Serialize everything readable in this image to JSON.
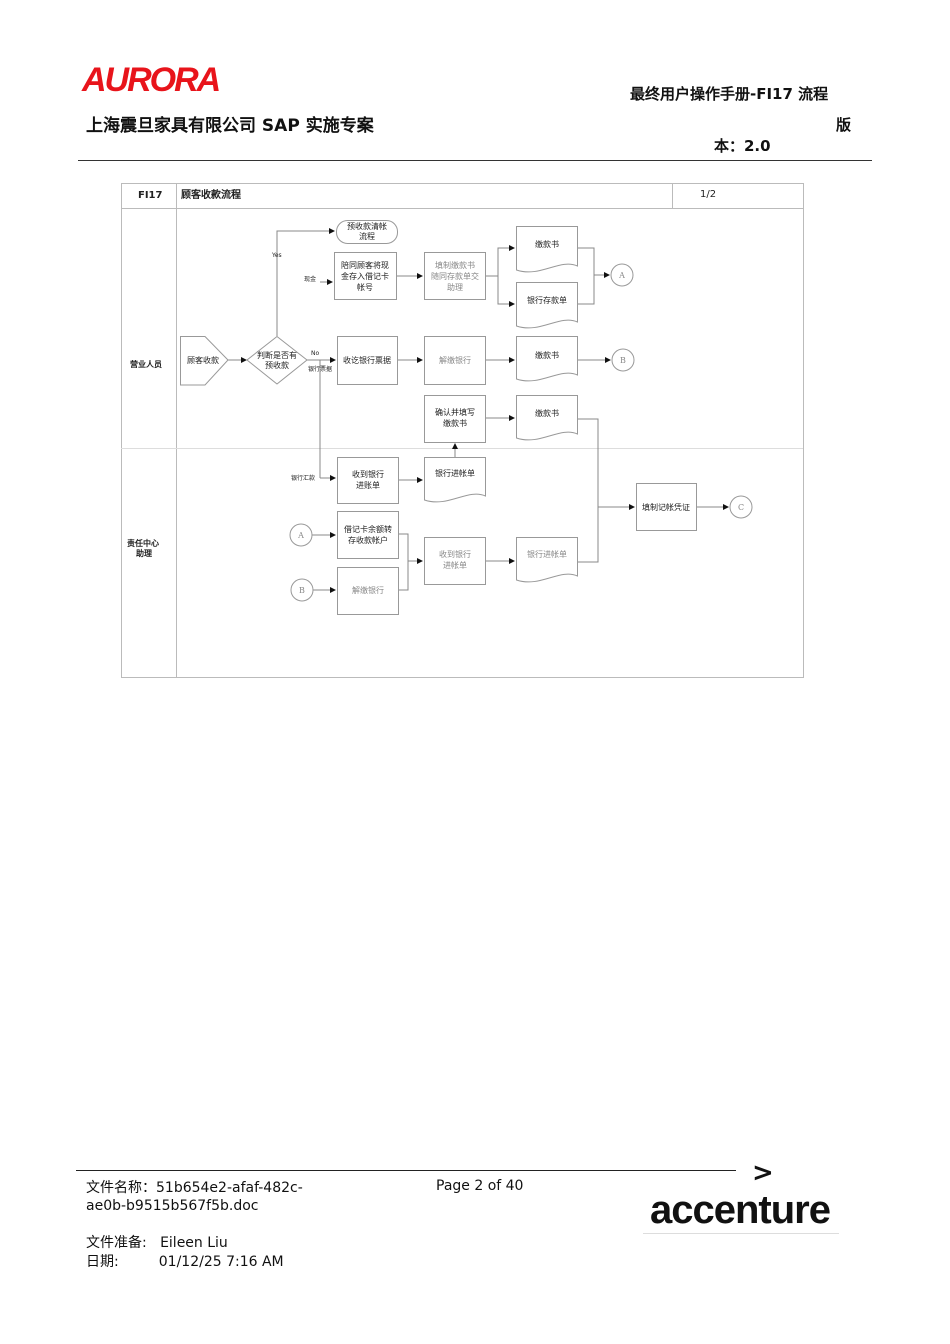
{
  "header": {
    "logo": "AURORA",
    "doc_title": "最终用户操作手册-FI17 流程",
    "company": "上海震旦家具有限公司 SAP 实施专案",
    "version_part1": "版",
    "version_part2": "本：2.0"
  },
  "flow": {
    "code": "FI17",
    "title": "顾客收款流程",
    "page": "1/2",
    "lanes": {
      "sales": "营业人员",
      "assistant": [
        "责任中心",
        "助理"
      ]
    },
    "nodes": {
      "prepay_clear": [
        "预收款清帐",
        "流程"
      ],
      "accompany": [
        "陪同顾客将现",
        "金存入借记卡",
        "帐号"
      ],
      "fill_slip": [
        "填制缴款书",
        "随同存款单交",
        "助理"
      ],
      "slip1": "缴款书",
      "deposit": "银行存款单",
      "receive": "顾客收款",
      "decide": [
        "判断是否有",
        "预收款"
      ],
      "collect": "收讫银行票据",
      "remit1": "解缴银行",
      "slip2": "缴款书",
      "confirm": [
        "确认并填写",
        "缴款书"
      ],
      "slip3": "缴款书",
      "recv_notice": [
        "收到银行",
        "进账单"
      ],
      "bank_notice1": "银行进帐单",
      "transfer": [
        "借记卡余额转",
        "存收款帐户"
      ],
      "remit2": "解缴银行",
      "recv_notice2": [
        "收到银行",
        "进帐单"
      ],
      "bank_notice2": "银行进帐单",
      "voucher": "填制记帐凭证"
    },
    "connectors": {
      "A": "A",
      "B": "B",
      "C": "C"
    },
    "labels": {
      "yes": "Yes",
      "cash": "现金",
      "no": "No",
      "bank_draft": "银行票据",
      "bank_wire": "银行汇款"
    }
  },
  "footer": {
    "filename_label": "文件名称：51b654e2-afaf-482c-",
    "filename_cont": "ae0b-b9515b567f5b.doc",
    "page": "Page 2 of 40",
    "preparer": "文件准备:   Eileen Liu",
    "date": "日期:         01/12/25 7:16 AM",
    "brand": "accenture"
  }
}
